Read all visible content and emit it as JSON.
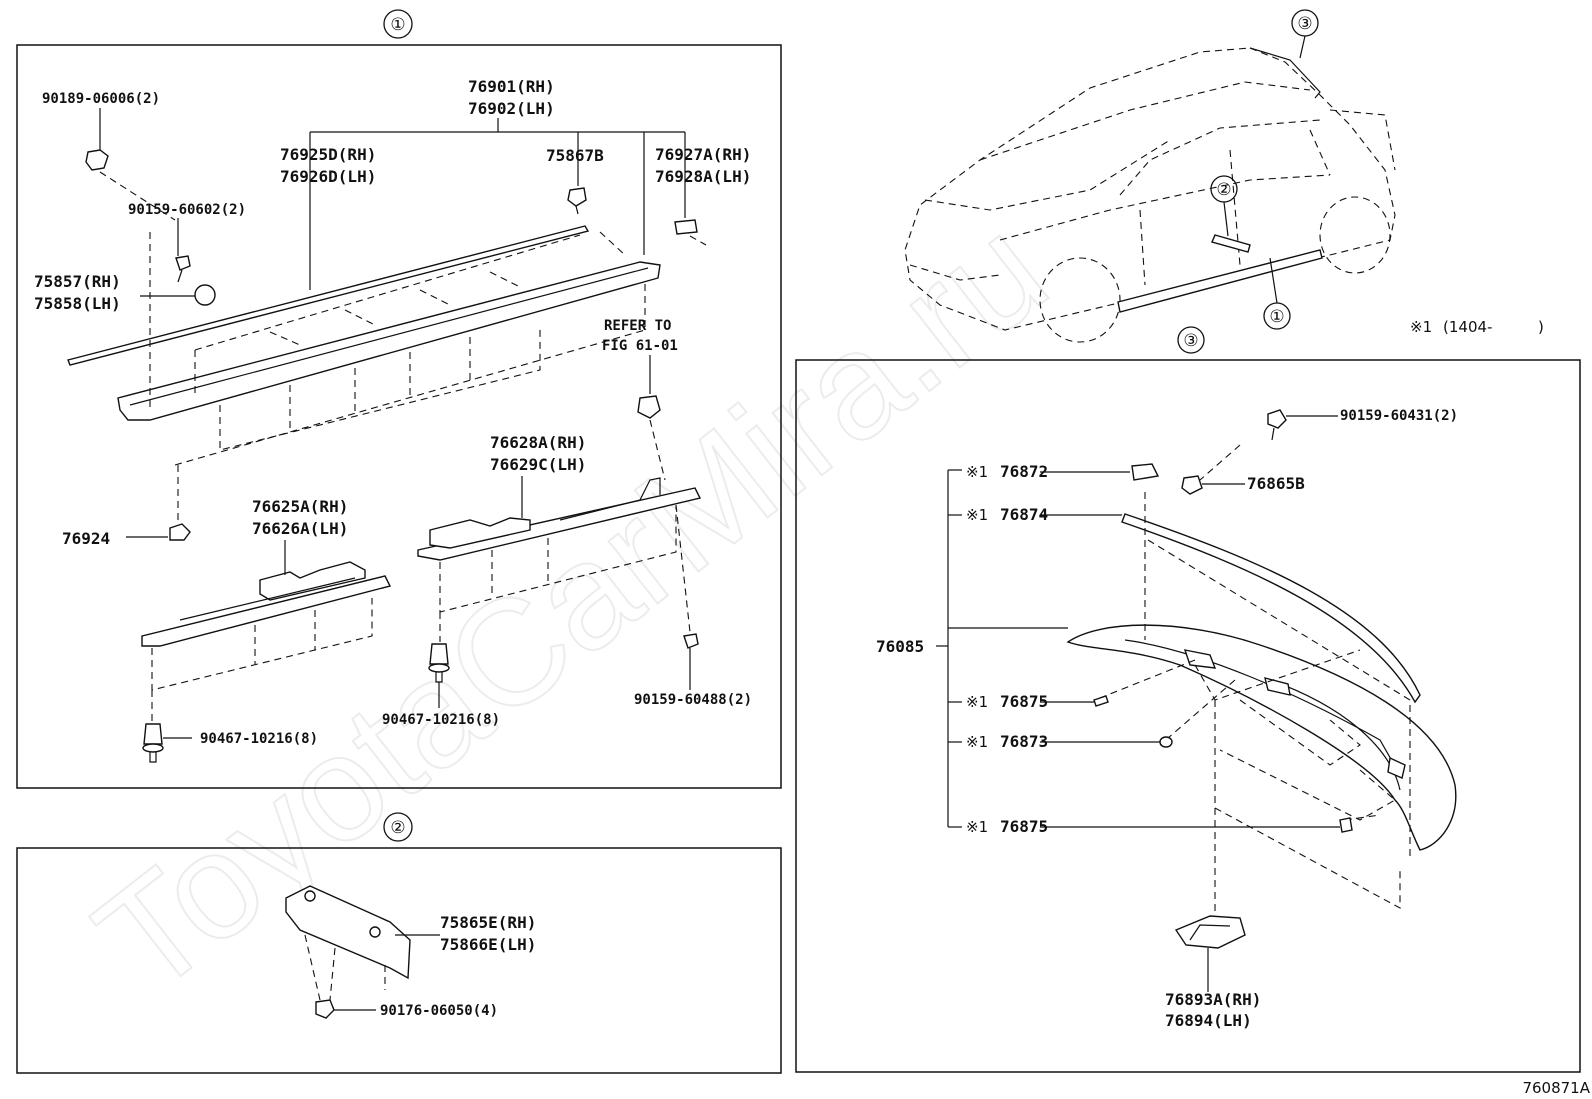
{
  "watermark": "ToyotaCarMira.ru",
  "diagram_code": "760871A",
  "sections": {
    "s1": "①",
    "s2": "②",
    "s3": "③"
  },
  "car_callouts": {
    "top": "③",
    "mid": "②",
    "low": "①",
    "bottom": "③"
  },
  "date_note": {
    "mark": "※1",
    "text": "(1404-",
    "close": ")"
  },
  "parts1": {
    "p76901": "76901(RH)",
    "p76902": "76902(LH)",
    "p90189": "90189-06006(2)",
    "p76925": "76925D(RH)",
    "p76926": "76926D(LH)",
    "p75867": "75867B",
    "p76927": "76927A(RH)",
    "p76928": "76928A(LH)",
    "p90159a": "90159-60602(2)",
    "p75857": "75857(RH)",
    "p75858": "75858(LH)",
    "refer1": "REFER TO",
    "refer2": "FIG 61-01",
    "p76628": "76628A(RH)",
    "p76629": "76629C(LH)",
    "p76625": "76625A(RH)",
    "p76626": "76626A(LH)",
    "p76924": "76924",
    "p90159b": "90159-60488(2)",
    "p90467a": "90467-10216(8)",
    "p90467b": "90467-10216(8)"
  },
  "parts2": {
    "p75865": "75865E(RH)",
    "p75866": "75866E(LH)",
    "p90176": "90176-06050(4)"
  },
  "parts3": {
    "p90159c": "90159-60431(2)",
    "mark": "※1",
    "p76872": "76872",
    "p76865": "76865B",
    "p76874": "76874",
    "p76085": "76085",
    "p76875a": "76875",
    "p76873": "76873",
    "p76875b": "76875",
    "p76893": "76893A(RH)",
    "p76894": "76894(LH)"
  }
}
